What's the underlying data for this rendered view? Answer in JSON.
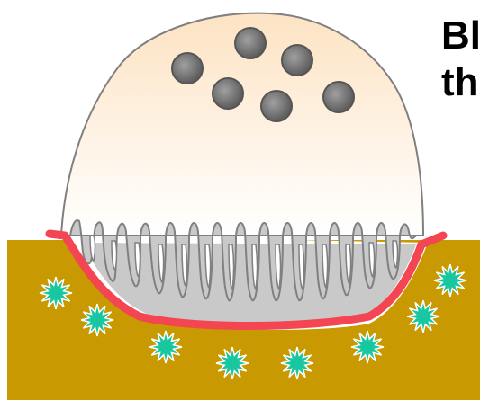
{
  "heading": {
    "line1": "Bl",
    "line2": "th"
  },
  "colors": {
    "bone": "#c89900",
    "cell_top": "#fde3c3",
    "cell_bottom": "#ffffff",
    "cell_outline": "#808080",
    "resorption_pit": "#c9c9c9",
    "sealing_zone": "#f44552",
    "nucleus": "#7a7a7a",
    "acid_burst": "#18c7a0"
  },
  "icons": {
    "nucleus": "nucleus-circle",
    "acid": "starburst"
  }
}
